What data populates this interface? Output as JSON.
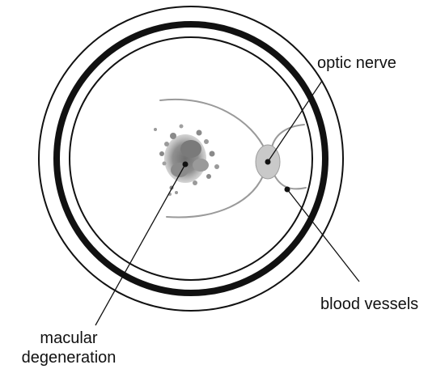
{
  "labels": {
    "optic_nerve": "optic nerve",
    "blood_vessels": "blood vessels",
    "macular_line1": "macular",
    "macular_line2": "degeneration"
  },
  "colors": {
    "ink": "#111111",
    "vessel": "#9a9a9a",
    "optic_disc": "#c9c9c9",
    "macula_dark": "#6e6e6e",
    "macula_light": "#a0a0a0",
    "background": "#ffffff"
  }
}
